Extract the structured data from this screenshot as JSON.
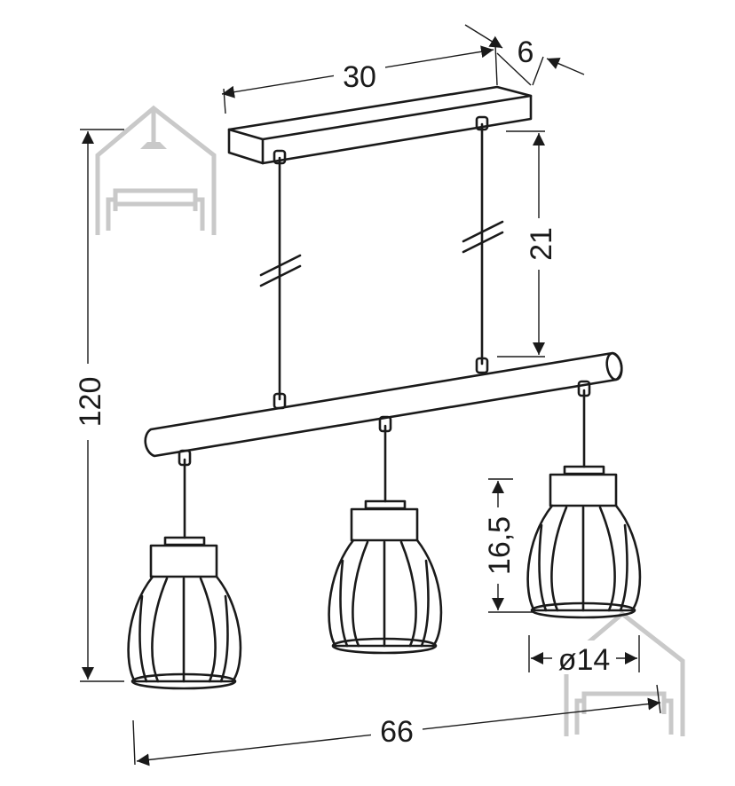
{
  "dimensions": {
    "canopy_length": "30",
    "canopy_width": "6",
    "suspension_length": "21",
    "total_height": "120",
    "shade_height": "16,5",
    "shade_diameter": "ø14",
    "bar_length": "66"
  },
  "icons": {
    "watermark": "house-lamp-sofa-watermark-icon"
  },
  "colors": {
    "line": "#1a1a1a",
    "watermark": "#c9c9c9",
    "background": "#ffffff"
  }
}
